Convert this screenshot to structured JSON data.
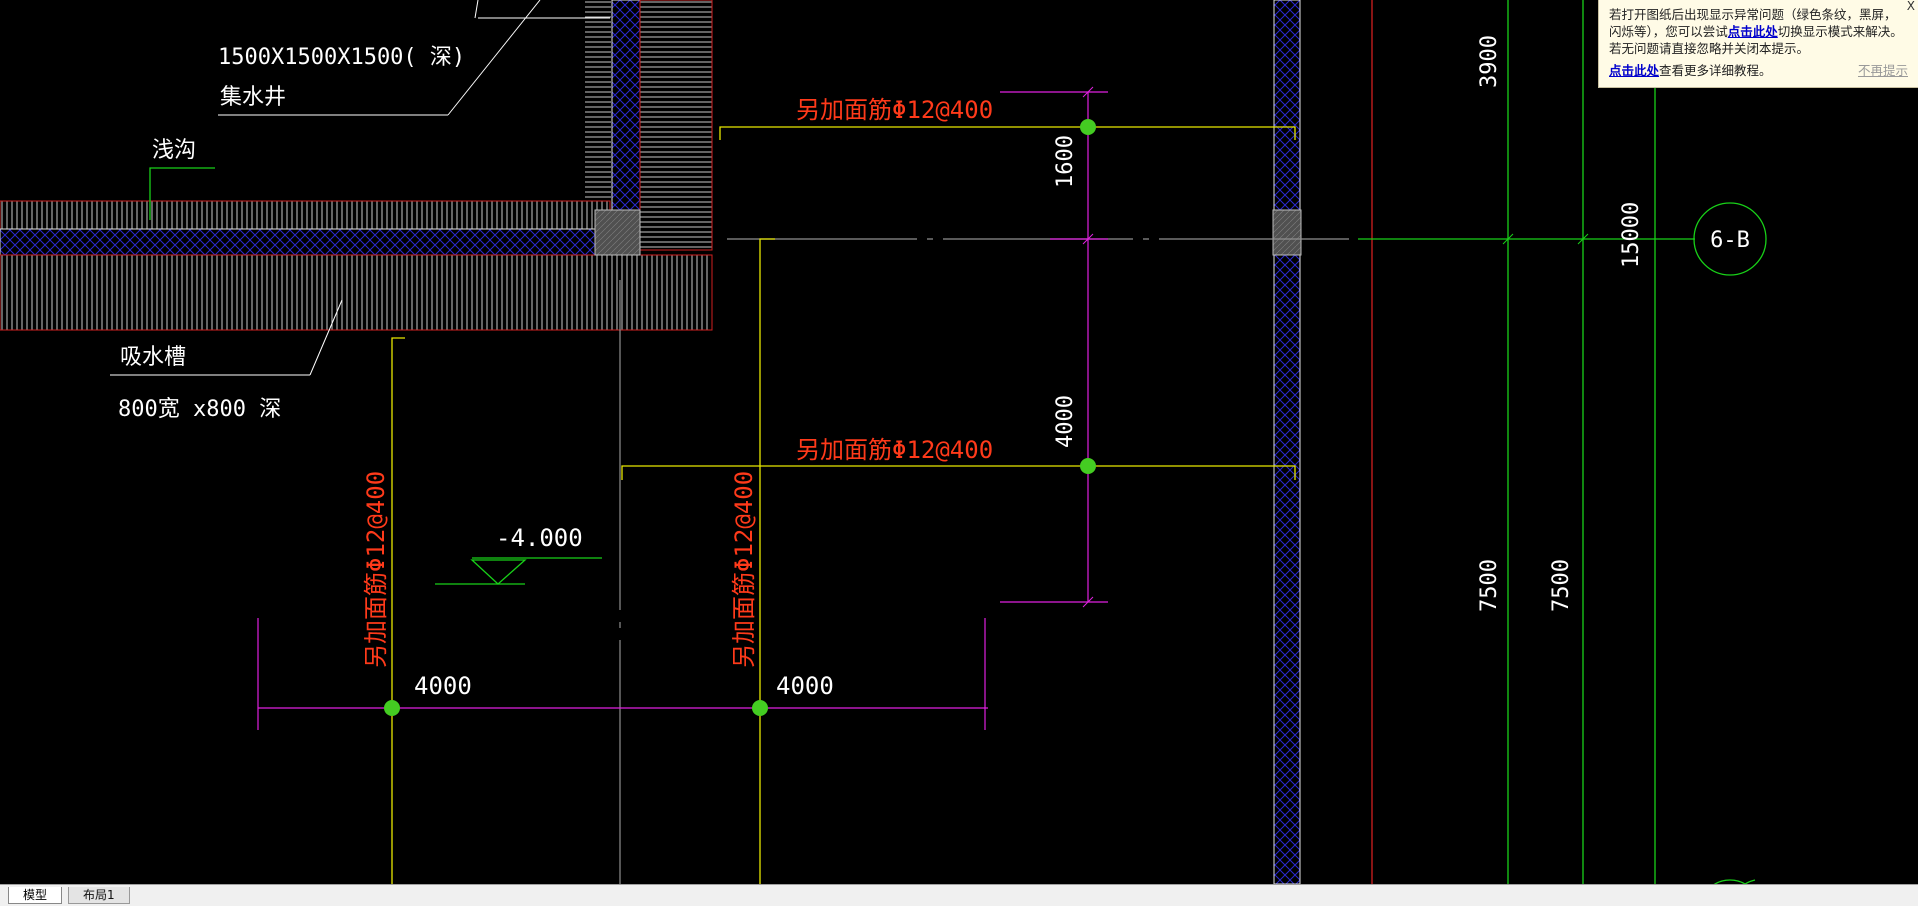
{
  "drawing": {
    "pit_size_label": "1500X1500X1500(    深)",
    "pit_name_label": "集水井",
    "trench_label": "浅沟",
    "sump_name_label": "吸水槽",
    "sump_size_label": "800宽 x800 深",
    "rebar_note_1": "另加面筋Φ12@400",
    "rebar_note_2": "另加面筋Φ12@400",
    "rebar_note_v1": "另加面筋Φ12@400",
    "rebar_note_v2": "另加面筋Φ12@400",
    "dim_1600": "1600",
    "dim_4000_vertical": "4000",
    "dim_4000_left": "4000",
    "dim_4000_right": "4000",
    "elevation_label": "-4.000",
    "dim_3900": "3900",
    "dim_15000": "15000",
    "dim_7500_a": "7500",
    "dim_7500_b": "7500",
    "axis_bubble_label": "6-B"
  },
  "notice": {
    "text_part1": "若打开图纸后出现显示异常问题（绿色条纹，黑屏，闪烁等），您可以尝试",
    "link1": "点击此处",
    "text_part2": "切换显示模式来解决。若无问题请直接忽略并关闭本提示。",
    "link2": "点击此处",
    "text_part3": "查看更多详细教程。",
    "dismiss": "不再提示",
    "close_glyph": "X"
  },
  "tabs": [
    {
      "label": "模型",
      "active": true
    },
    {
      "label": "布局1",
      "active": false
    }
  ],
  "colors": {
    "background": "#000000",
    "rebar_text": "#ff3a1a",
    "dim_magenta": "#e020e0",
    "yellow_line": "#e8e800",
    "green_line": "#18d018",
    "wall_hatch": "#3030c0",
    "red_line": "#d02020",
    "text_white": "#ffffff"
  }
}
